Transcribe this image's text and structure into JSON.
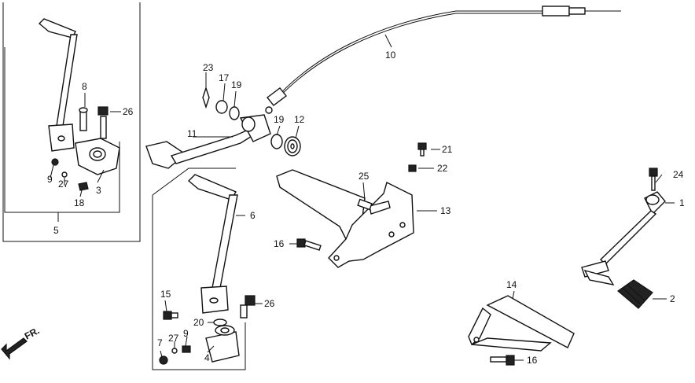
{
  "labels": {
    "p1": "1",
    "p2": "2",
    "p3": "3",
    "p4": "4",
    "p5": "5",
    "p6": "6",
    "p7": "7",
    "p8": "8",
    "p9a": "9",
    "p9b": "9",
    "p10": "10",
    "p11": "11",
    "p12": "12",
    "p13": "13",
    "p14": "14",
    "p15": "15",
    "p16a": "16",
    "p16b": "16",
    "p17": "17",
    "p18": "18",
    "p19a": "19",
    "p19b": "19",
    "p20": "20",
    "p21": "21",
    "p22": "22",
    "p23": "23",
    "p24": "24",
    "p25": "25",
    "p26a": "26",
    "p26b": "26",
    "p27a": "27",
    "p27b": "27"
  },
  "direction": {
    "label": "FR."
  }
}
